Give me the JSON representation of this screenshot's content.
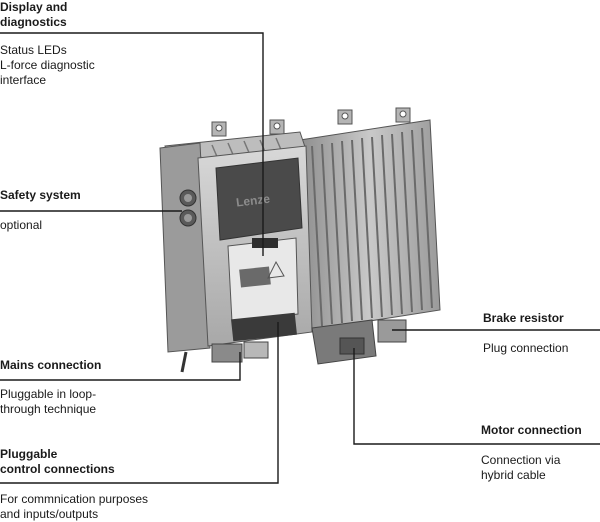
{
  "callouts": {
    "display": {
      "heading": "Display and\ndiagnostics",
      "description": "Status LEDs\nL-force diagnostic\ninterface"
    },
    "safety": {
      "heading": "Safety system",
      "description": "optional"
    },
    "mains": {
      "heading": "Mains connection",
      "description": "Pluggable in loop-\nthrough technique"
    },
    "control": {
      "heading": "Pluggable\ncontrol connections",
      "description": "For commnication purposes\nand inputs/outputs"
    },
    "brake": {
      "heading": "Brake resistor",
      "description": "Plug connection"
    },
    "motor": {
      "heading": "Motor connection",
      "description": "Connection via\nhybrid cable"
    }
  },
  "device": {
    "brand": "Lenze"
  }
}
